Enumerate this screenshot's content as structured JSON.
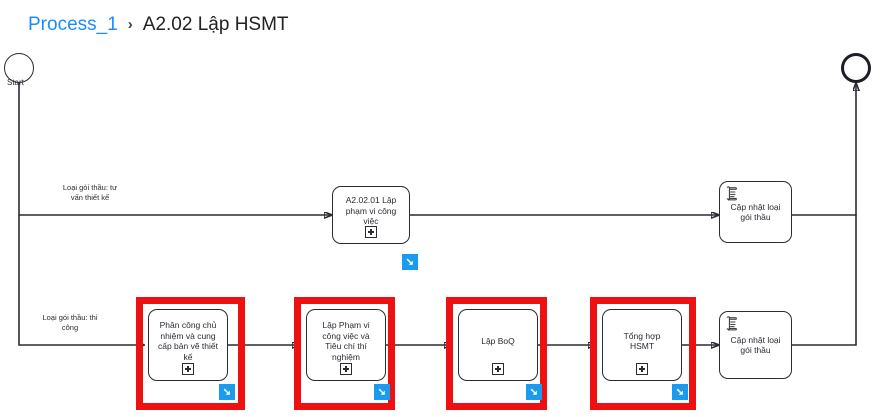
{
  "breadcrumb": {
    "parent": "Process_1",
    "separator": "›",
    "current": "A2.02 Lập HSMT",
    "link_color": "#1a8cff"
  },
  "diagram": {
    "type": "bpmn-process",
    "highlight_color": "#ee1111",
    "badge_color": "#1a9bf0",
    "events": [
      {
        "id": "start-event",
        "kind": "start",
        "label": "Start"
      },
      {
        "id": "end-event",
        "kind": "end",
        "label": ""
      }
    ],
    "flow_labels": [
      {
        "id": "flow-label-tu-van",
        "text": "Loại gói thầu: tư\nvấn thiết kế"
      },
      {
        "id": "flow-label-thi-cong",
        "text": "Loại gói thầu: thi\ncông"
      }
    ],
    "top_lane": {
      "tasks": [
        {
          "id": "task-a20201",
          "label": "A2.02.01 Lập\nphạm vi công\nviệc",
          "marker": "sub-process",
          "icon": "",
          "badge": true,
          "highlighted": false
        },
        {
          "id": "task-cap-nhat-top",
          "label": "Cập nhật loại\ngói thầu",
          "marker": "",
          "icon": "script-icon",
          "badge": false,
          "highlighted": false
        }
      ]
    },
    "bottom_lane": {
      "tasks": [
        {
          "id": "task-phan-cong",
          "label": "Phân công chủ\nnhiệm và cung\ncấp bản vẽ thiết\nkế",
          "marker": "sub-process",
          "icon": "",
          "badge": true,
          "highlighted": true
        },
        {
          "id": "task-lap-pham-vi",
          "label": "Lập Phạm vi\ncông việc và\nTiêu chí thí\nnghiệm",
          "marker": "sub-process",
          "icon": "",
          "badge": true,
          "highlighted": true
        },
        {
          "id": "task-lap-boq",
          "label": "Lập BoQ",
          "marker": "sub-process",
          "icon": "",
          "badge": true,
          "highlighted": true
        },
        {
          "id": "task-tong-hop-hsmt",
          "label": "Tổng hợp\nHSMT",
          "marker": "sub-process",
          "icon": "",
          "badge": true,
          "highlighted": true
        },
        {
          "id": "task-cap-nhat-bottom",
          "label": "Cập nhật loại\ngói thầu",
          "marker": "",
          "icon": "script-icon",
          "badge": false,
          "highlighted": false
        }
      ]
    }
  }
}
